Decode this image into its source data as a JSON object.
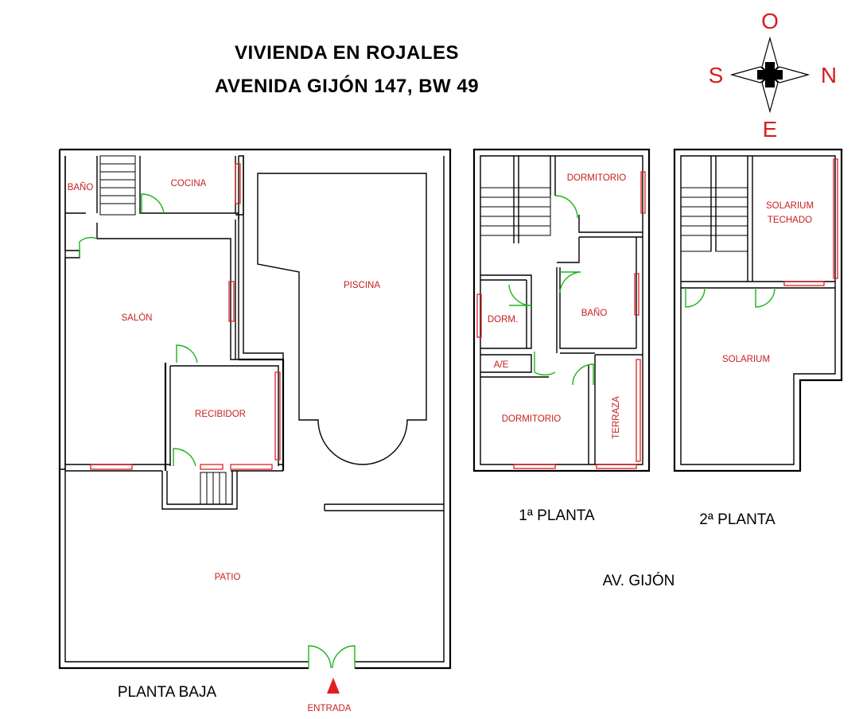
{
  "title": {
    "line1": "VIVIENDA EN ROJALES",
    "line2": "AVENIDA GIJÓN 147, BW 49"
  },
  "compass": {
    "top": "O",
    "left": "S",
    "right": "N",
    "bottom": "E",
    "color": "#d42020"
  },
  "floors": {
    "ground": {
      "label": "PLANTA BAJA",
      "rooms": {
        "bano": "BAÑO",
        "cocina": "COCINA",
        "salon": "SALÓN",
        "piscina": "PISCINA",
        "recibidor": "RECIBIDOR",
        "patio": "PATIO"
      },
      "entrance": "ENTRADA"
    },
    "first": {
      "label": "1ª PLANTA",
      "rooms": {
        "dormitorio_top": "DORMITORIO",
        "dorm": "DORM.",
        "bano": "BAÑO",
        "ae": "A/E",
        "dormitorio_bottom": "DORMITORIO",
        "terraza": "TERRAZA"
      }
    },
    "second": {
      "label": "2ª PLANTA",
      "rooms": {
        "solarium_techado_1": "SOLARIUM",
        "solarium_techado_2": "TECHADO",
        "solarium": "SOLARIUM"
      }
    }
  },
  "street": "AV. GIJÓN",
  "colors": {
    "room_text": "#c81e1e",
    "door": "#1db31d",
    "window": "#e02020",
    "wall": "#000000"
  }
}
